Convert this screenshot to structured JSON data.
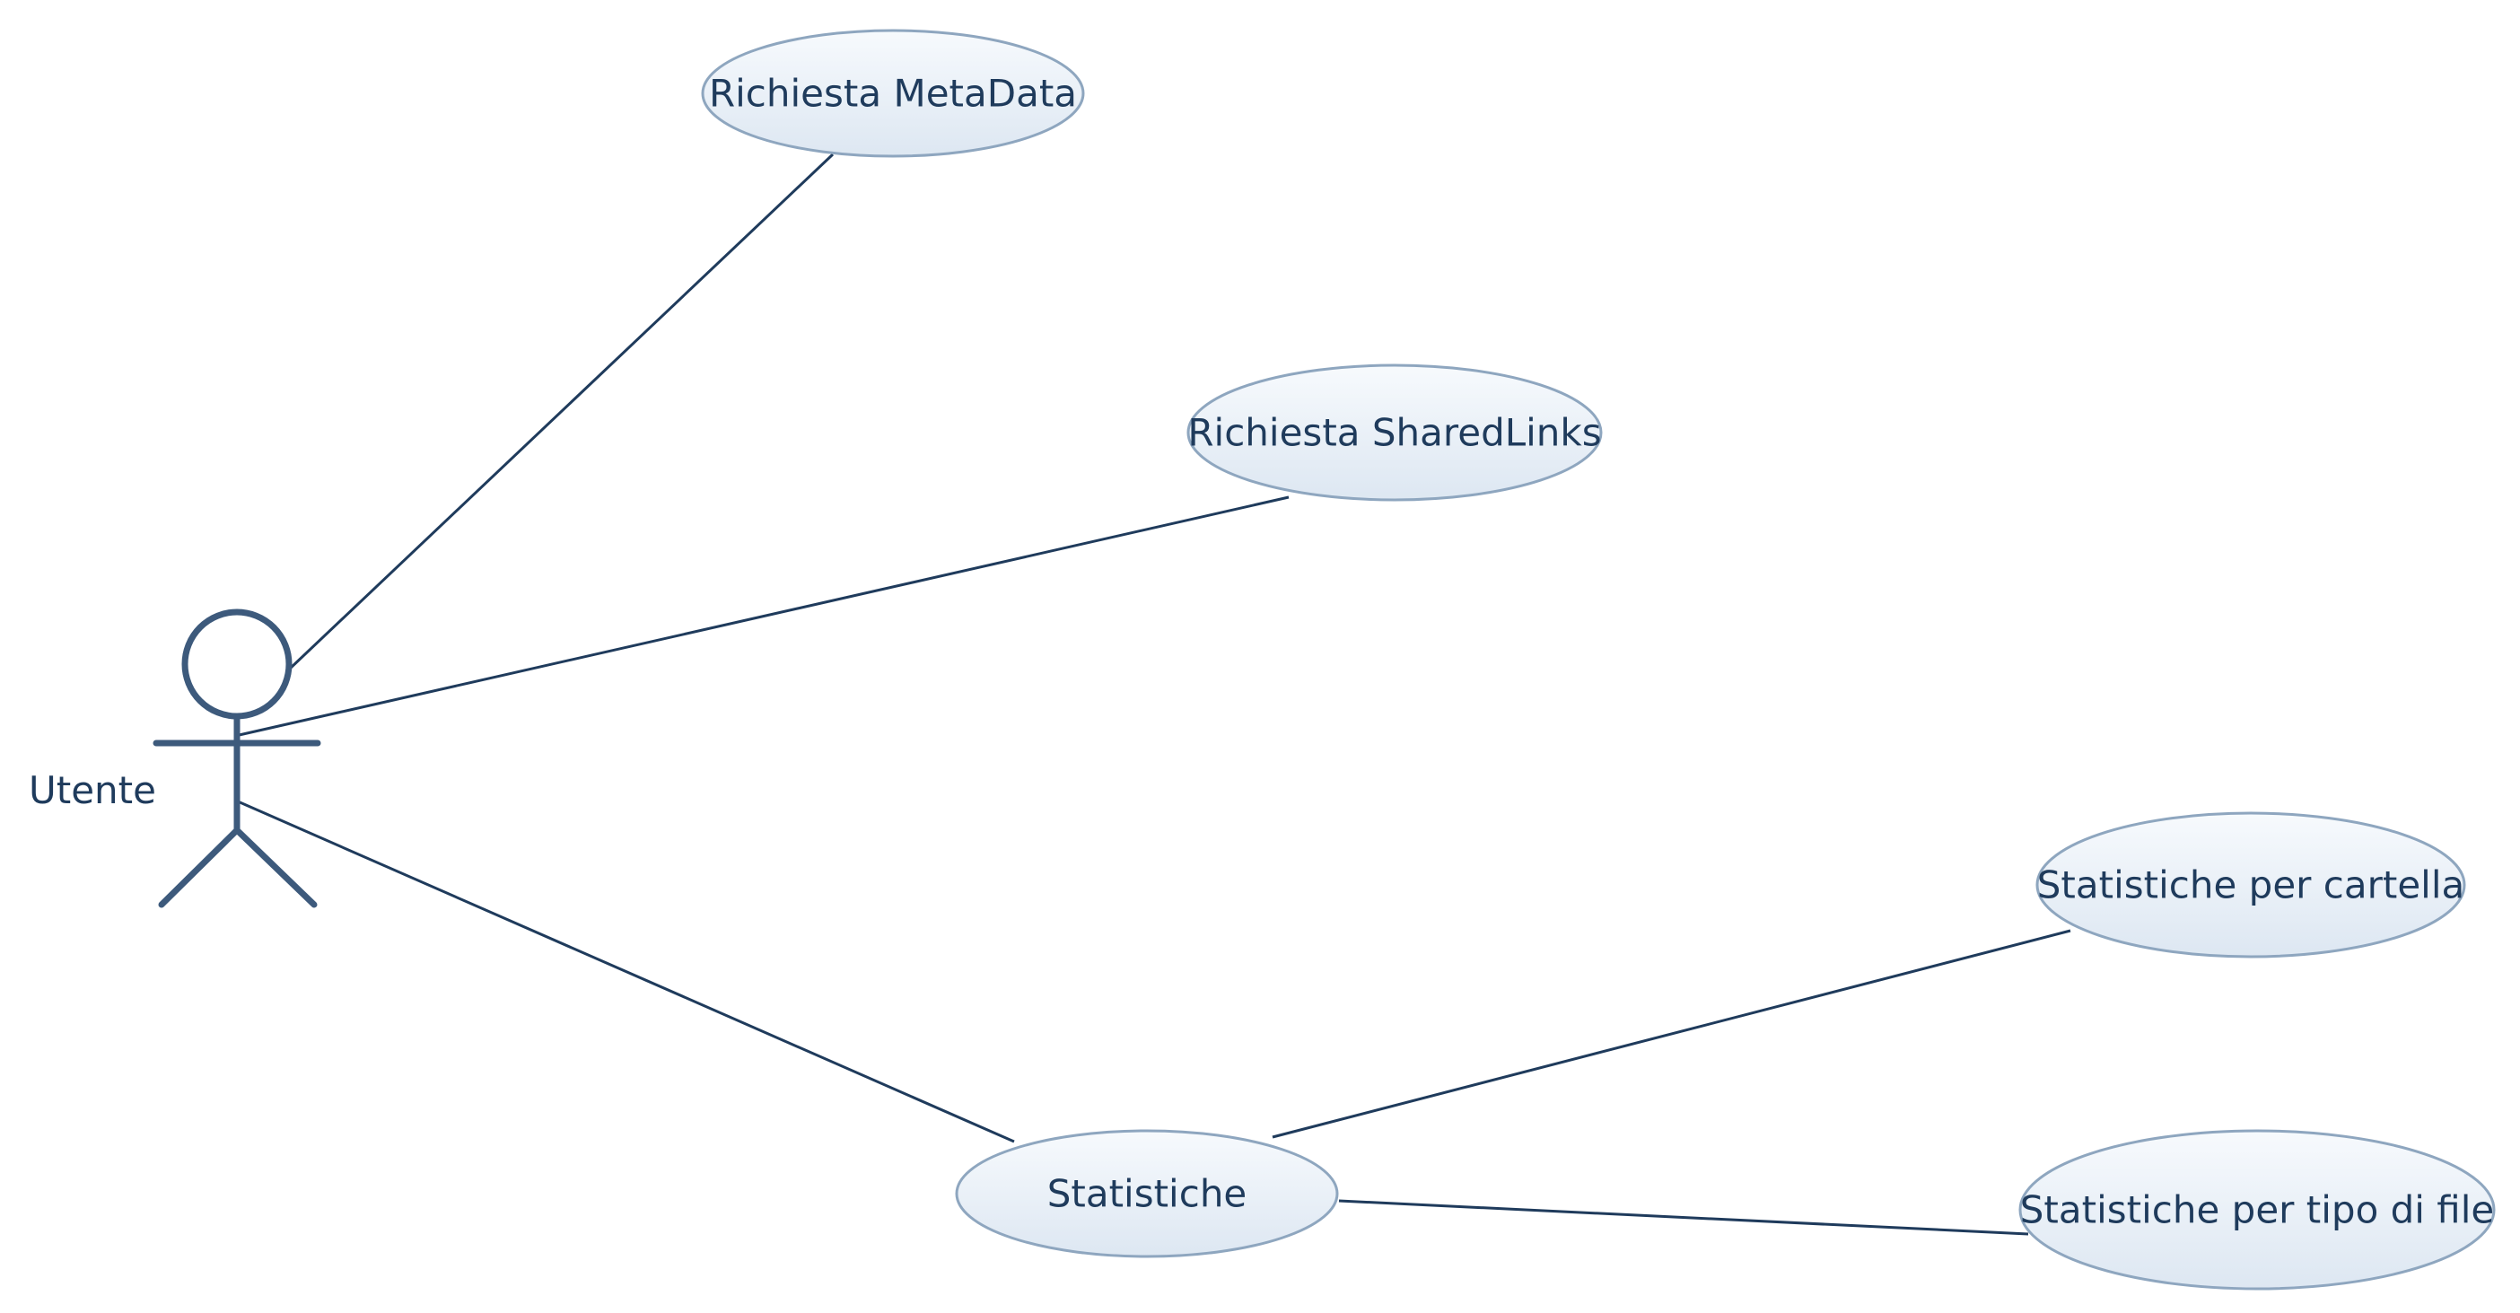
{
  "actor": {
    "label": "Utente"
  },
  "use_cases": {
    "metadata": "Richiesta MetaData",
    "sharedlinks": "Richiesta SharedLinks",
    "statistiche": "Statistiche",
    "per_cartella": "Statistiche per cartella",
    "per_tipo_file": "Statistiche per tipo di file"
  },
  "associations": [
    {
      "from": "Utente",
      "to": "Richiesta MetaData"
    },
    {
      "from": "Utente",
      "to": "Richiesta SharedLinks"
    },
    {
      "from": "Utente",
      "to": "Statistiche"
    },
    {
      "from": "Statistiche",
      "to": "Statistiche per cartella"
    },
    {
      "from": "Statistiche",
      "to": "Statistiche per tipo di file"
    }
  ],
  "colors": {
    "line": "#1f3b5c",
    "actor": "#3d5a7c",
    "ellipse_fill_top": "#f7fafd",
    "ellipse_fill_bottom": "#dde7f2",
    "ellipse_stroke": "#8ea6bf",
    "text": "#1f3b5c"
  }
}
